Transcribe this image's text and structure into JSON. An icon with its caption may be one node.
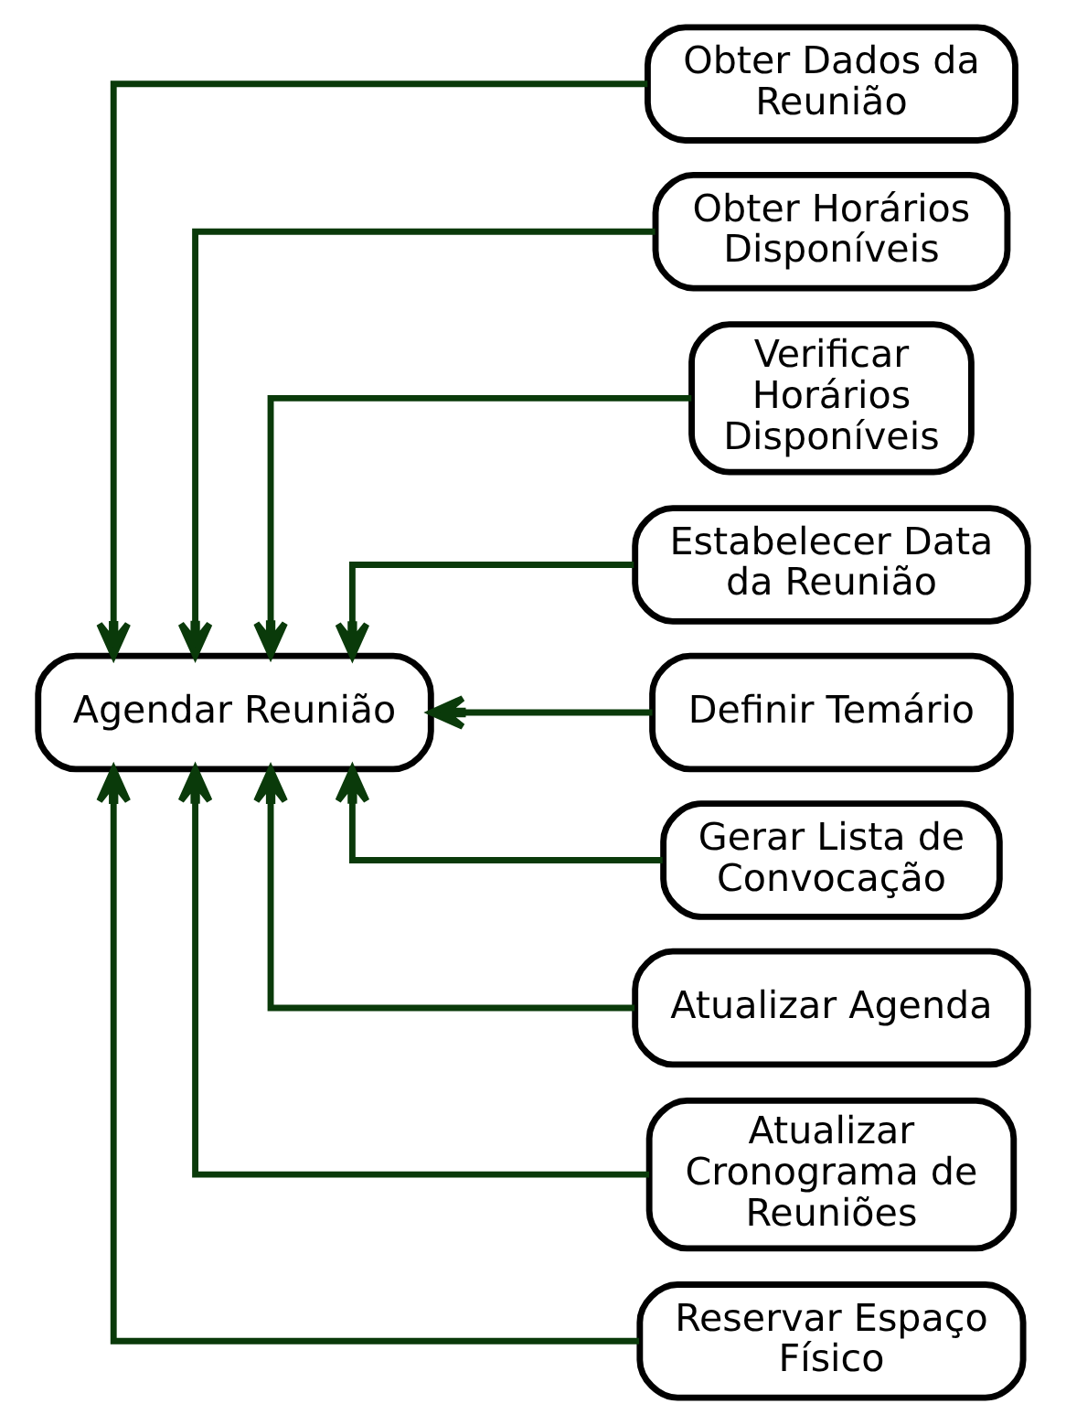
{
  "diagram": {
    "nodes": [
      {
        "text": [
          "Agendar Reunião"
        ]
      },
      {
        "text": [
          "Obter Dados da Reunião"
        ]
      },
      {
        "text": [
          "Obter Horários Disponíveis"
        ]
      },
      {
        "text": [
          "Verificar Horários Disponíveis"
        ]
      },
      {
        "text": [
          "Estabelecer Data da Reunião"
        ]
      },
      {
        "text": [
          "Definir Temário"
        ]
      },
      {
        "text": [
          "Gerar Lista de Convocação"
        ]
      },
      {
        "text": [
          "Atualizar Agenda"
        ]
      },
      {
        "text": [
          "Atualizar Cronograma de Reuniões"
        ]
      },
      {
        "text": [
          "Reservar Espaço Físico"
        ]
      }
    ],
    "edges": [
      {
        "from": 1,
        "to": 0,
        "arrow": "to"
      },
      {
        "from": 2,
        "to": 0,
        "arrow": "to"
      },
      {
        "from": 3,
        "to": 0,
        "arrow": "to"
      },
      {
        "from": 4,
        "to": 0,
        "arrow": "to"
      },
      {
        "from": 5,
        "to": 0,
        "arrow": "to"
      },
      {
        "from": 6,
        "to": 0,
        "arrow": "to"
      },
      {
        "from": 7,
        "to": 0,
        "arrow": "to"
      },
      {
        "from": 8,
        "to": 0,
        "arrow": "to"
      },
      {
        "from": 9,
        "to": 0,
        "arrow": "to"
      }
    ]
  }
}
